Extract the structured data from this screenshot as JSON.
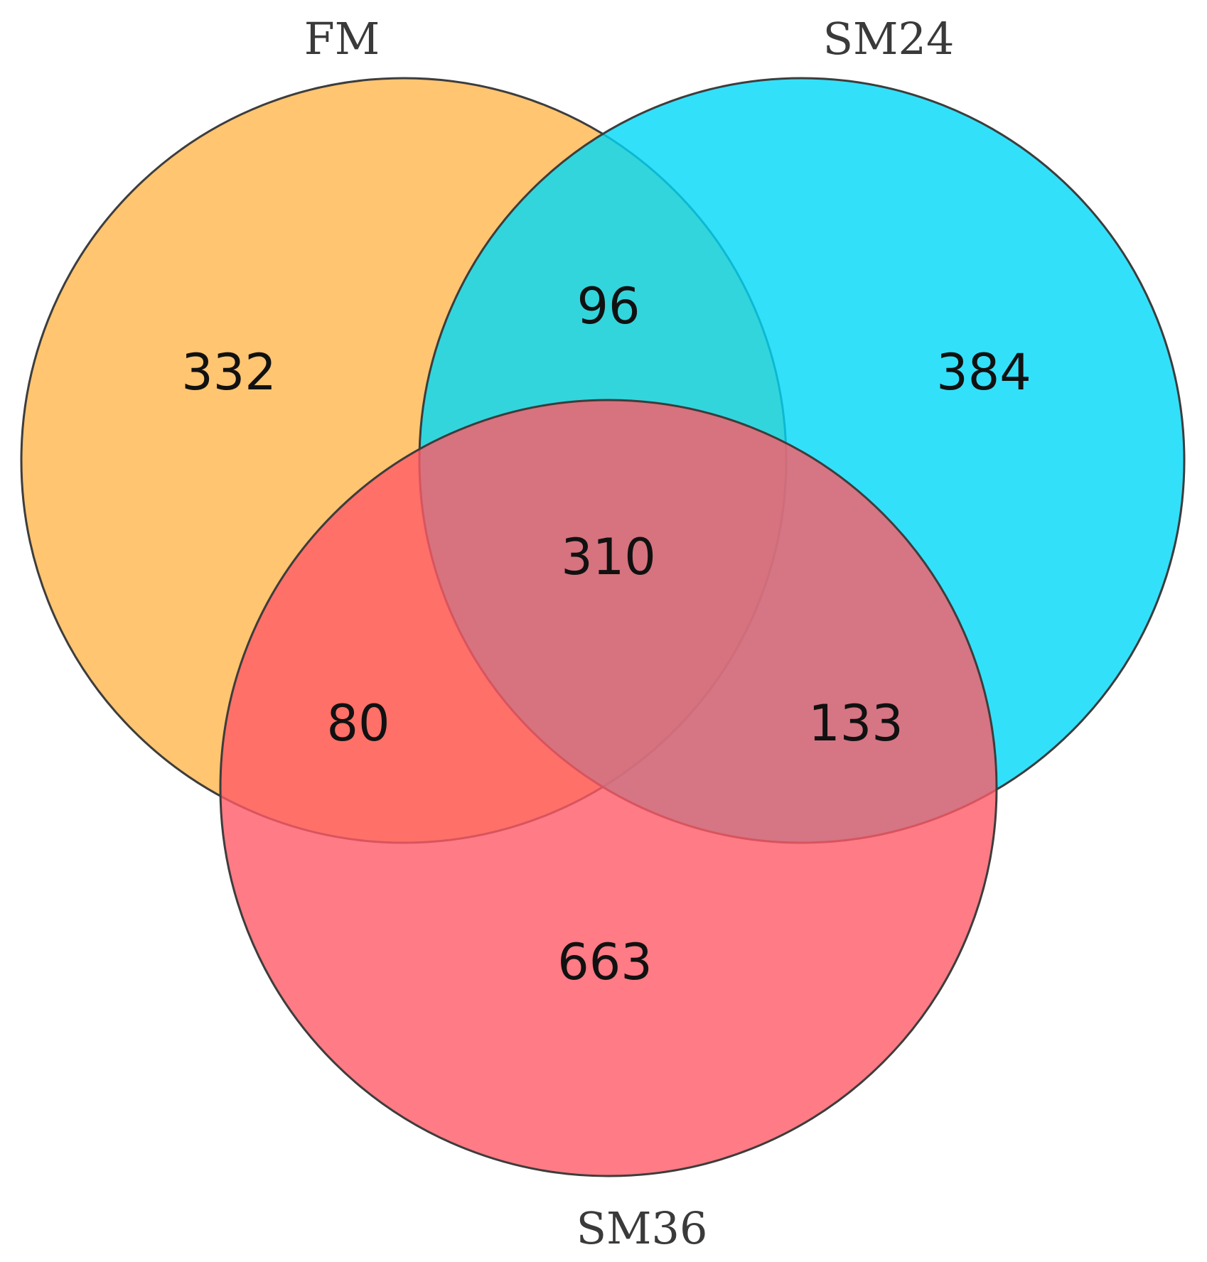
{
  "venn": {
    "sets": [
      {
        "id": "fm",
        "label": "FM",
        "color": "#FFB74D"
      },
      {
        "id": "sm24",
        "label": "SM24",
        "color": "#00D8F8"
      },
      {
        "id": "sm36",
        "label": "SM36",
        "color": "#FF5A66"
      }
    ],
    "regions": {
      "fm_only": "332",
      "sm24_only": "384",
      "sm36_only": "663",
      "fm_sm24": "96",
      "fm_sm36": "80",
      "sm24_sm36": "133",
      "all": "310"
    }
  }
}
